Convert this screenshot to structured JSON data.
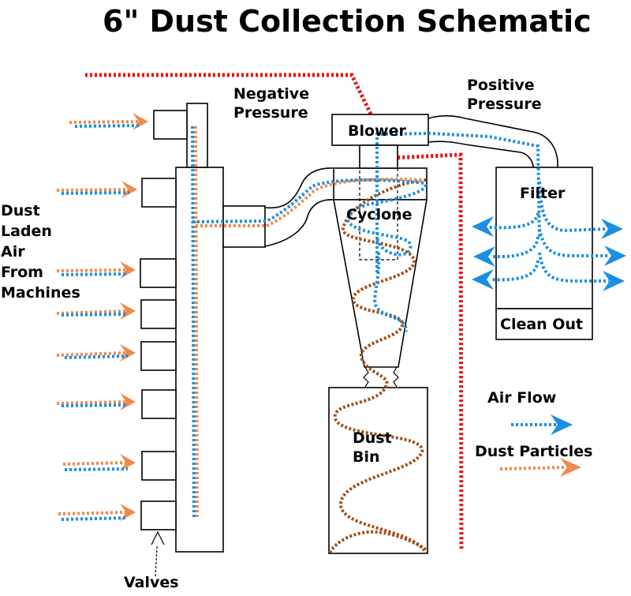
{
  "title": "6\" Dust Collection Schematic",
  "labels": {
    "negative_pressure": [
      "Negative",
      "Pressure"
    ],
    "positive_pressure": [
      "Positive",
      "Pressure"
    ],
    "blower": "Blower",
    "filter": "Filter",
    "cyclone": "Cyclone",
    "clean_out": "Clean Out",
    "dust_bin": [
      "Dust",
      "Bin"
    ],
    "dust_laden_air": [
      "Dust",
      "Laden",
      "Air",
      "From",
      "Machines"
    ],
    "valves": "Valves"
  },
  "legend": {
    "air_flow": "Air Flow",
    "dust_particles": "Dust Particles"
  },
  "colors": {
    "air_flow": "#1a8fe3",
    "dust_particles": "#f0894a",
    "dust_in_bin": "#a0521c",
    "pressure_boundary": "#e81010",
    "outline": "#000000"
  }
}
